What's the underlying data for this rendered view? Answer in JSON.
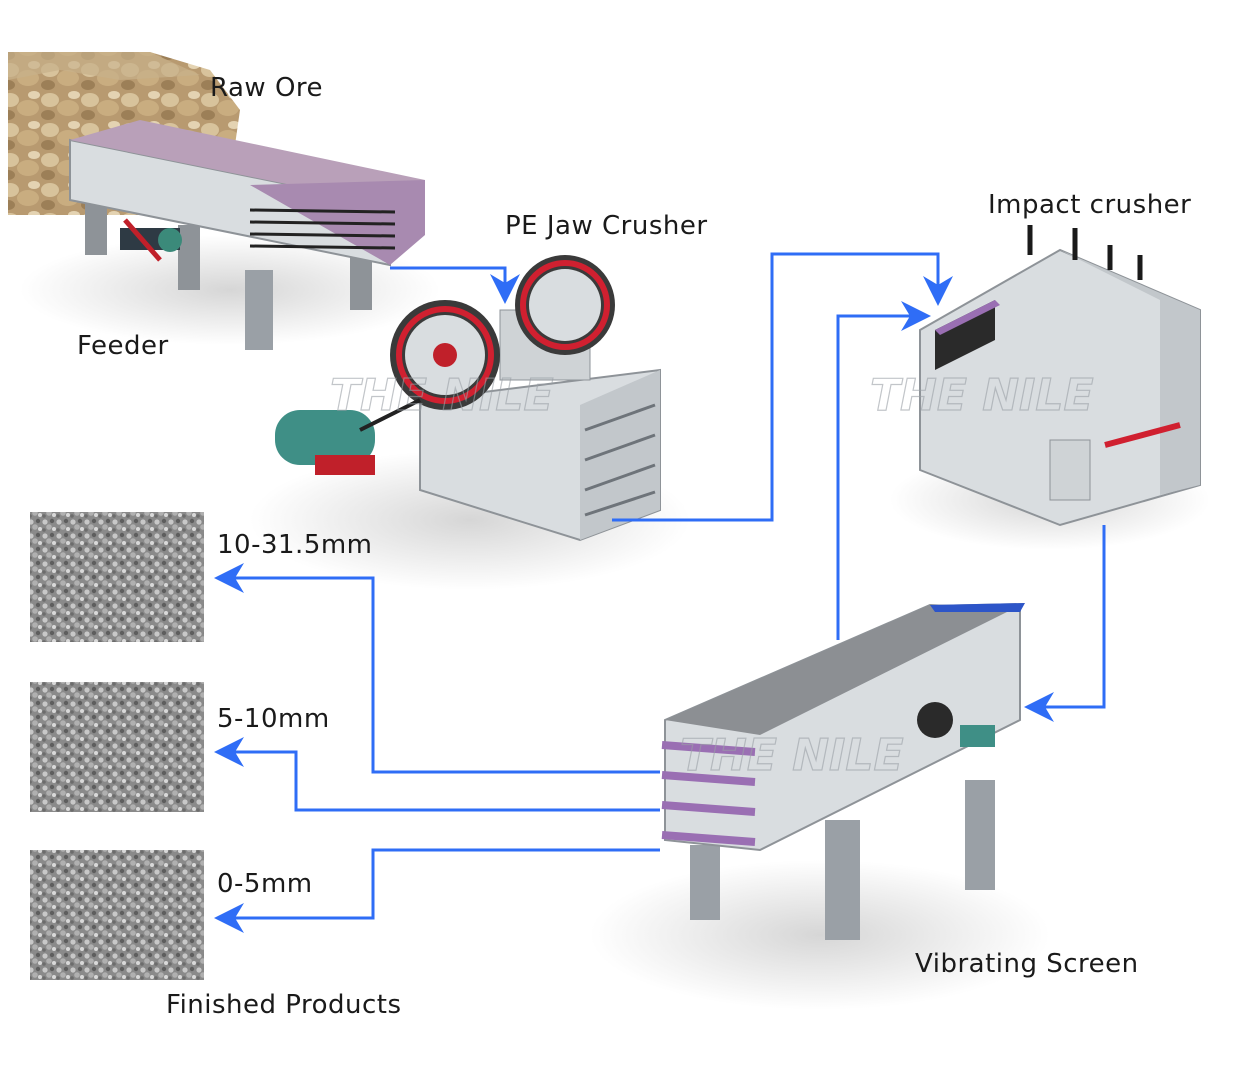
{
  "labels": {
    "raw_ore": "Raw Ore",
    "feeder": "Feeder",
    "jaw_crusher": "PE Jaw Crusher",
    "impact_crusher": "Impact crusher",
    "vibrating_screen": "Vibrating Screen",
    "size_1": "10-31.5mm",
    "size_2": "5-10mm",
    "size_3": "0-5mm",
    "finished_products": "Finished Products"
  },
  "watermark": "THE NILE",
  "colors": {
    "arrow": "#2f6df6",
    "machine_body": "#d9dde0",
    "machine_dark": "#9aa0a6",
    "accent_red": "#d02030",
    "accent_purple": "#9a6fb3",
    "screen_blue": "#2d55c8"
  }
}
